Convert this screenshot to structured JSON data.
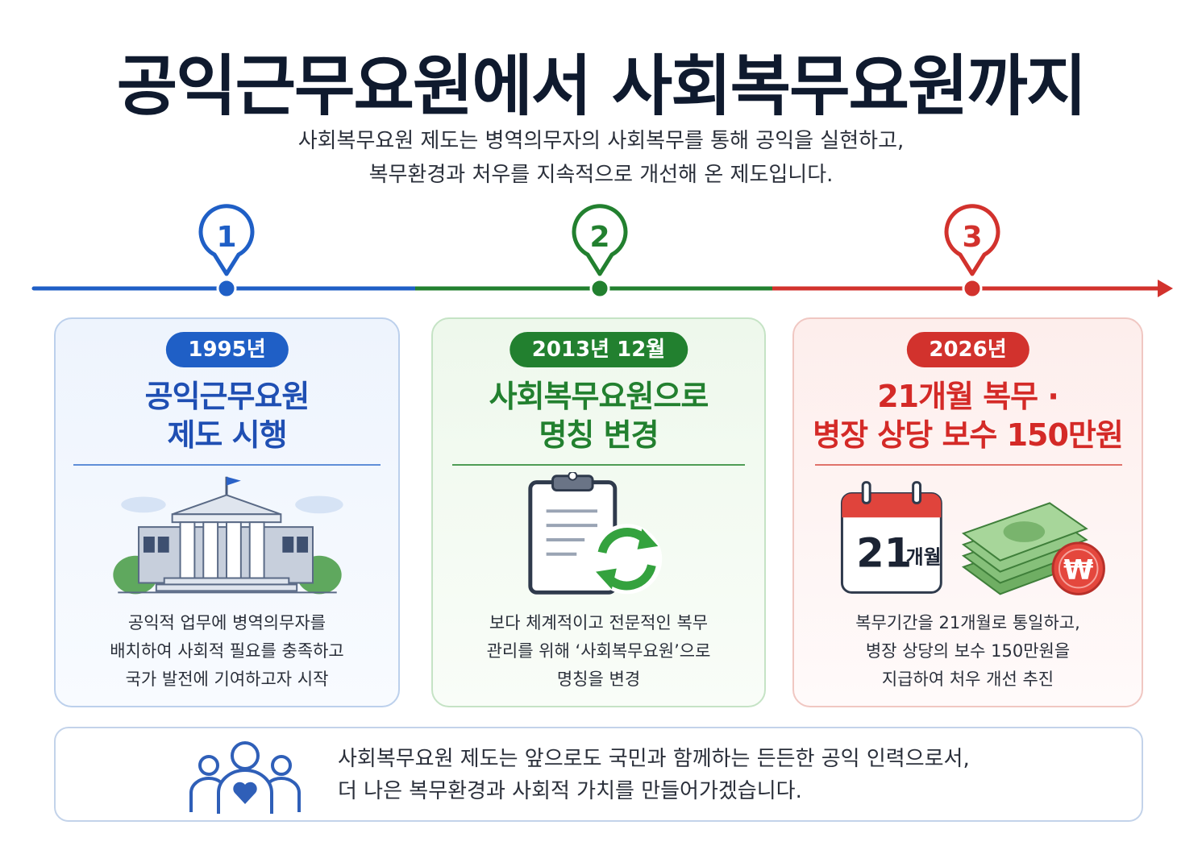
{
  "header": {
    "title": "공익근무요원에서 사회복무요원까지",
    "subtitle_line1": "사회복무요원 제도는 병역의무자의 사회복무를 통해 공익을 실현하고,",
    "subtitle_line2": "복무환경과 처우를 지속적으로 개선해 온 제도입니다."
  },
  "timeline": {
    "markers": [
      {
        "number": "1",
        "color": "#1f5fc6"
      },
      {
        "number": "2",
        "color": "#22802f"
      },
      {
        "number": "3",
        "color": "#d2322d"
      }
    ]
  },
  "cards": [
    {
      "date": "1995년",
      "title_line1": "공익근무요원",
      "title_line2": "제도 시행",
      "desc_line1": "공익적 업무에 병역의무자를",
      "desc_line2": "배치하여 사회적 필요를 충족하고",
      "desc_line3": "국가 발전에 기여하고자 시작",
      "icon": "government-building-icon",
      "color": "#1f5fc6"
    },
    {
      "date": "2013년 12월",
      "title_line1": "사회복무요원으로",
      "title_line2": "명칭 변경",
      "desc_line1": "보다 체계적이고 전문적인 복무",
      "desc_line2": "관리를 위해 ‘사회복무요원’으로",
      "desc_line3": "명칭을 변경",
      "icon": "clipboard-refresh-icon",
      "color": "#22802f"
    },
    {
      "date": "2026년",
      "title_line1": "21개월 복무 ·",
      "title_line2": "병장 상당 보수 150만원",
      "desc_line1": "복무기간을 21개월로 통일하고,",
      "desc_line2": "병장 상당의 보수 150만원을",
      "desc_line3": "지급하여 처우 개선 추진",
      "icon": "calendar-money-icon",
      "calendar_number": "21",
      "calendar_unit": "개월",
      "currency_symbol": "₩",
      "color": "#d2322d"
    }
  ],
  "footer": {
    "line1": "사회복무요원 제도는 앞으로도 국민과 함께하는 든든한 공익 인력으로서,",
    "line2": "더 나은 복무환경과 사회적 가치를 만들어가겠습니다.",
    "icon": "people-heart-icon"
  }
}
